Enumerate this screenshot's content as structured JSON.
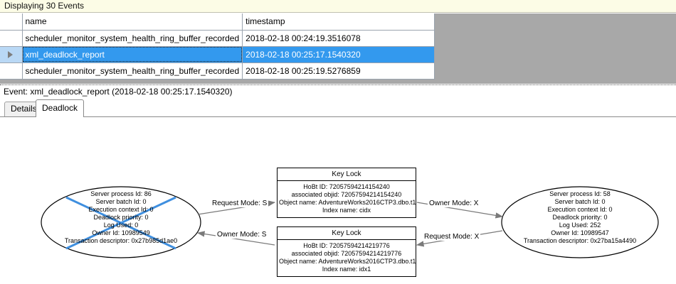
{
  "banner": {
    "text": "Displaying 30 Events"
  },
  "grid": {
    "columns": [
      {
        "key": "selector",
        "label": ""
      },
      {
        "key": "name",
        "label": "name"
      },
      {
        "key": "timestamp",
        "label": "timestamp"
      }
    ],
    "rows": [
      {
        "selected": false,
        "name": "scheduler_monitor_system_health_ring_buffer_recorded",
        "timestamp": "2018-02-18 00:24:19.3516078"
      },
      {
        "selected": true,
        "name": "xml_deadlock_report",
        "timestamp": "2018-02-18 00:25:17.1540320"
      },
      {
        "selected": false,
        "name": "scheduler_monitor_system_health_ring_buffer_recorded",
        "timestamp": "2018-02-18 00:25:19.5276859"
      }
    ],
    "selection_color": "#3399ee",
    "row_header_color": "#b9d8f5",
    "empty_area_color": "#a8a8a8"
  },
  "event_header": {
    "text": "Event: xml_deadlock_report (2018-02-18 00:25:17.1540320)"
  },
  "tabs": [
    {
      "id": "details",
      "label": "Details",
      "active": false
    },
    {
      "id": "deadlock",
      "label": "Deadlock",
      "active": true
    }
  ],
  "deadlock_graph": {
    "victim_marker_color": "#3f8fdf",
    "processes": [
      {
        "id": "process-left",
        "victim": true,
        "lines": [
          "Server process Id: 86",
          "Server batch Id: 0",
          "Execution context Id: 0",
          "Deadlock priority: 0",
          "Log Used: 0",
          "Owner Id: 10989549",
          "Transaction descriptor: 0x27b985d1ae0"
        ]
      },
      {
        "id": "process-right",
        "victim": false,
        "lines": [
          "Server process Id: 58",
          "Server batch Id: 0",
          "Execution context Id: 0",
          "Deadlock priority: 0",
          "Log Used: 252",
          "Owner Id: 10989547",
          "Transaction descriptor: 0x27ba15a4490"
        ]
      }
    ],
    "resources": [
      {
        "id": "key-lock-top",
        "title": "Key Lock",
        "lines": [
          "HoBt ID: 72057594214154240",
          "associated objid: 72057594214154240",
          "Object name: AdventureWorks2016CTP3.dbo.t1",
          "Index name: cidx"
        ]
      },
      {
        "id": "key-lock-bottom",
        "title": "Key Lock",
        "lines": [
          "HoBt ID: 72057594214219776",
          "associated objid: 72057594214219776",
          "Object name: AdventureWorks2016CTP3.dbo.t1",
          "Index name: idx1"
        ]
      }
    ],
    "edges": [
      {
        "id": "edge-request-s",
        "label": "Request Mode: S"
      },
      {
        "id": "edge-owner-s",
        "label": "Owner Mode: S"
      },
      {
        "id": "edge-owner-x",
        "label": "Owner Mode: X"
      },
      {
        "id": "edge-request-x",
        "label": "Request Mode: X"
      }
    ]
  }
}
